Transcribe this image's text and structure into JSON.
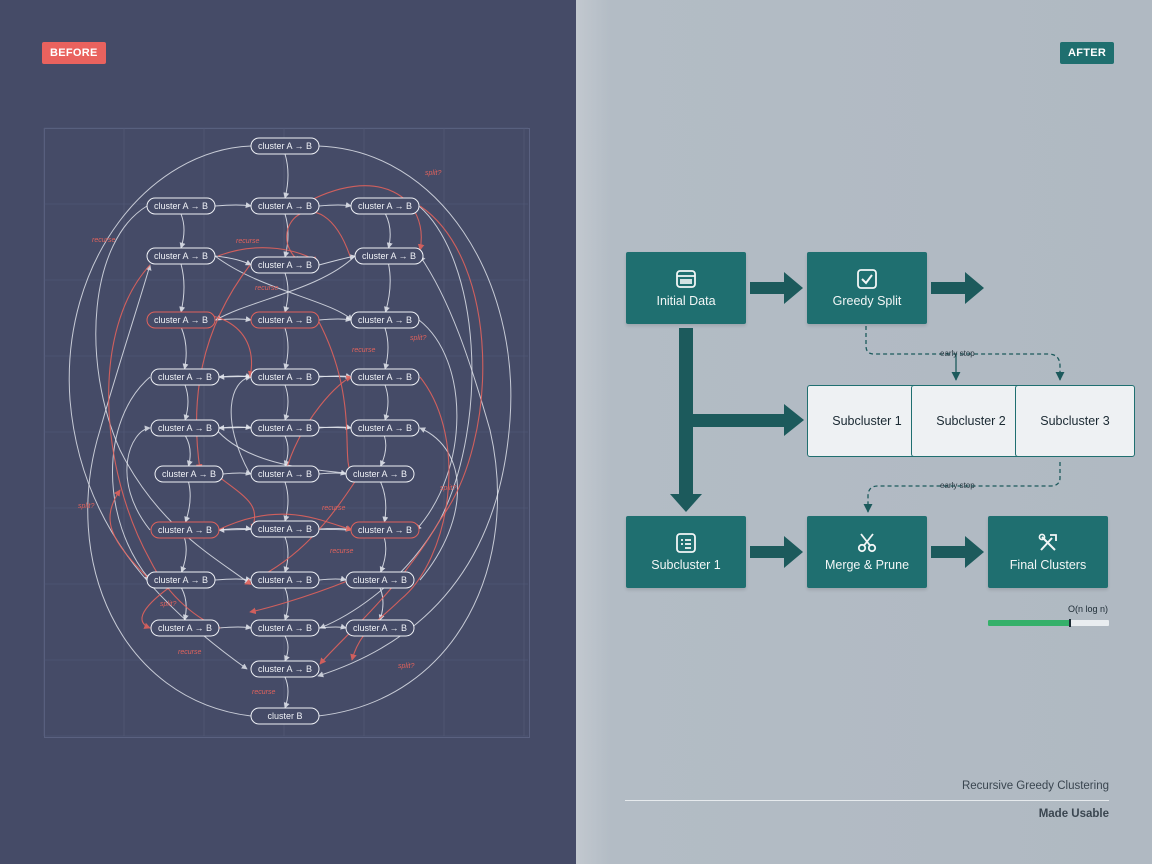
{
  "before": {
    "badge": "BEFORE",
    "nodes": [
      {
        "label": "cluster A → B"
      },
      {
        "label": "cluster A → B"
      },
      {
        "label": "cluster A → B"
      },
      {
        "label": "cluster A → B"
      },
      {
        "label": "cluster A → B"
      },
      {
        "label": "cluster A → B"
      },
      {
        "label": "cluster A → B"
      },
      {
        "label": "cluster A → B"
      },
      {
        "label": "cluster A → B"
      },
      {
        "label": "cluster A → B"
      },
      {
        "label": "cluster A → B"
      },
      {
        "label": "cluster A → B"
      },
      {
        "label": "cluster A → B"
      },
      {
        "label": "cluster A → B"
      },
      {
        "label": "cluster A → B"
      },
      {
        "label": "cluster A → B"
      },
      {
        "label": "cluster A → B"
      },
      {
        "label": "cluster A → B"
      },
      {
        "label": "cluster A → B"
      },
      {
        "label": "cluster A → B"
      },
      {
        "label": "cluster A → B"
      },
      {
        "label": "cluster A → B"
      },
      {
        "label": "cluster A → B"
      },
      {
        "label": "cluster A → B"
      },
      {
        "label": "cluster A → B"
      },
      {
        "label": "cluster A → B"
      },
      {
        "label": "cluster A → B"
      },
      {
        "label": "cluster A → B"
      },
      {
        "label": "cluster A → B"
      },
      {
        "label": "cluster B"
      }
    ],
    "red_labels": [
      "split?",
      "recurse",
      "recurse",
      "recurse",
      "split?",
      "recurse",
      "split?",
      "split?",
      "recurse",
      "split?",
      "recurse",
      "recurse",
      "split?",
      "recurse"
    ]
  },
  "after": {
    "badge": "AFTER",
    "steps": {
      "initial": "Initial Data",
      "greedy": "Greedy Split",
      "subcluster_bottom": "Subcluster 1",
      "merge": "Merge & Prune",
      "final": "Final Clusters"
    },
    "subclusters": [
      "Subcluster 1",
      "Subcluster 2",
      "Subcluster 3"
    ],
    "early_stop_top": "early stop",
    "early_stop_bottom": "early stop",
    "complexity": "O(n log n)",
    "complexity_progress": 0.68,
    "caption": "Recursive Greedy Clustering",
    "caption_strong": "Made Usable"
  },
  "colors": {
    "before_bg": "#454b67",
    "after_bg": "#b0b9c2",
    "teal": "#1f6f70",
    "red": "#e0625c",
    "green": "#35b06a"
  },
  "icons": {
    "initial": "window-icon",
    "greedy": "checkbox-icon",
    "subcluster": "list-icon",
    "merge": "scissors-icon",
    "final": "tools-icon"
  }
}
